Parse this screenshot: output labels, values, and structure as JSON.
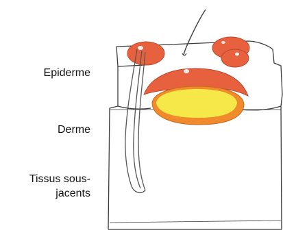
{
  "labels": {
    "epidermis": "Epiderme",
    "dermis": "Derme",
    "subcutaneous_line1": "Tissus sous-",
    "subcutaneous_line2": "jacents"
  },
  "colors": {
    "lesion_red": "#e8613f",
    "lesion_core_yellow": "#f7e84a",
    "lesion_rim_orange": "#f08a2a",
    "outline": "#3a3a3a"
  }
}
